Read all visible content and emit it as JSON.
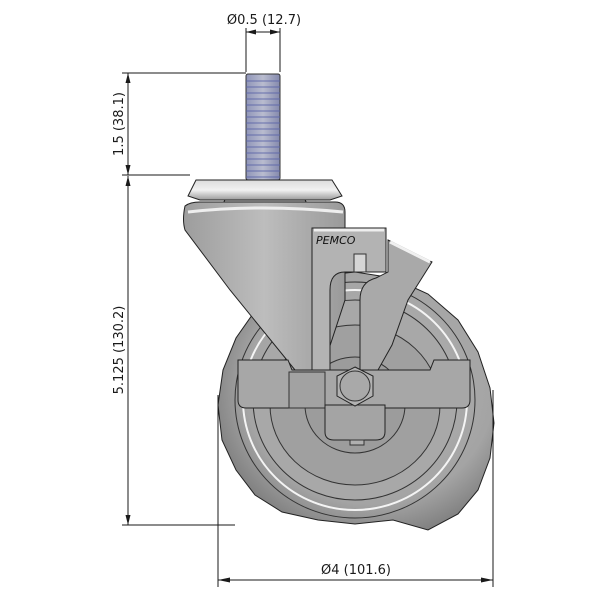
{
  "drawing": {
    "subject": "Stem caster with brake",
    "brand_label": "PEMCO",
    "colors": {
      "background": "#ffffff",
      "dimension_line": "#1a1a1a",
      "metal_light": "#c8c8c8",
      "metal_mid": "#a6a6a6",
      "metal_dark": "#8a8a8a",
      "thread_blue": "#5a64a8"
    }
  },
  "dimensions": {
    "stem_diameter": "Ø0.5 (12.7)",
    "stem_height": "1.5 (38.1)",
    "overall_height": "5.125 (130.2)",
    "wheel_diameter": "Ø4 (101.6)"
  }
}
